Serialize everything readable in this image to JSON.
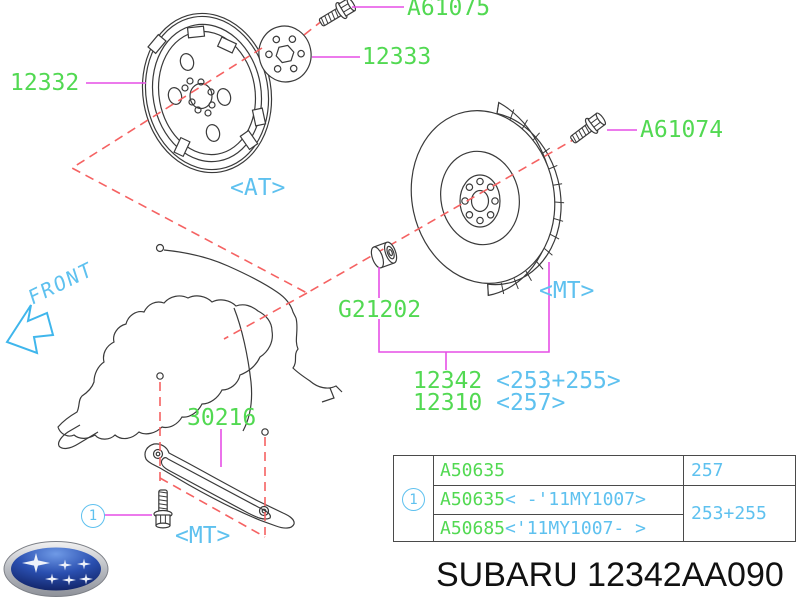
{
  "colors": {
    "part_label_green": "#52d952",
    "tag_cyan": "#5ec1ef",
    "leader_magenta": "#e64fe6",
    "guide_dash_red": "#f56262",
    "drawing_line": "#3a3a3a",
    "footer_text": "#111111",
    "logo_blue": "#16317f"
  },
  "callouts": {
    "at_drive_plate": "12332",
    "at_bolt": "A61075",
    "spacer_plate": "12333",
    "mt_bolt": "A61074",
    "bushing": "G21202",
    "cover_plate": "30216",
    "flywheel_mt": {
      "part": "12342",
      "variant": "<253+255>"
    },
    "flywheel_mt_alt": {
      "part": "12310",
      "variant": "<257>"
    }
  },
  "tags": {
    "at": "<AT>",
    "mt_flywheel": "<MT>",
    "mt_cover": "<MT>",
    "front": "FRONT"
  },
  "item_marker": "1",
  "table": {
    "rows": [
      {
        "part": "A50635",
        "qualifier": "",
        "applicability": "257"
      },
      {
        "part": "A50635",
        "qualifier": "< -'11MY1007>",
        "applicability": "253+255"
      },
      {
        "part": "A50685",
        "qualifier": "<'11MY1007- >",
        "applicability": "253+255"
      }
    ]
  },
  "footer": {
    "brand": "SUBARU",
    "part_number": "12342AA090"
  }
}
